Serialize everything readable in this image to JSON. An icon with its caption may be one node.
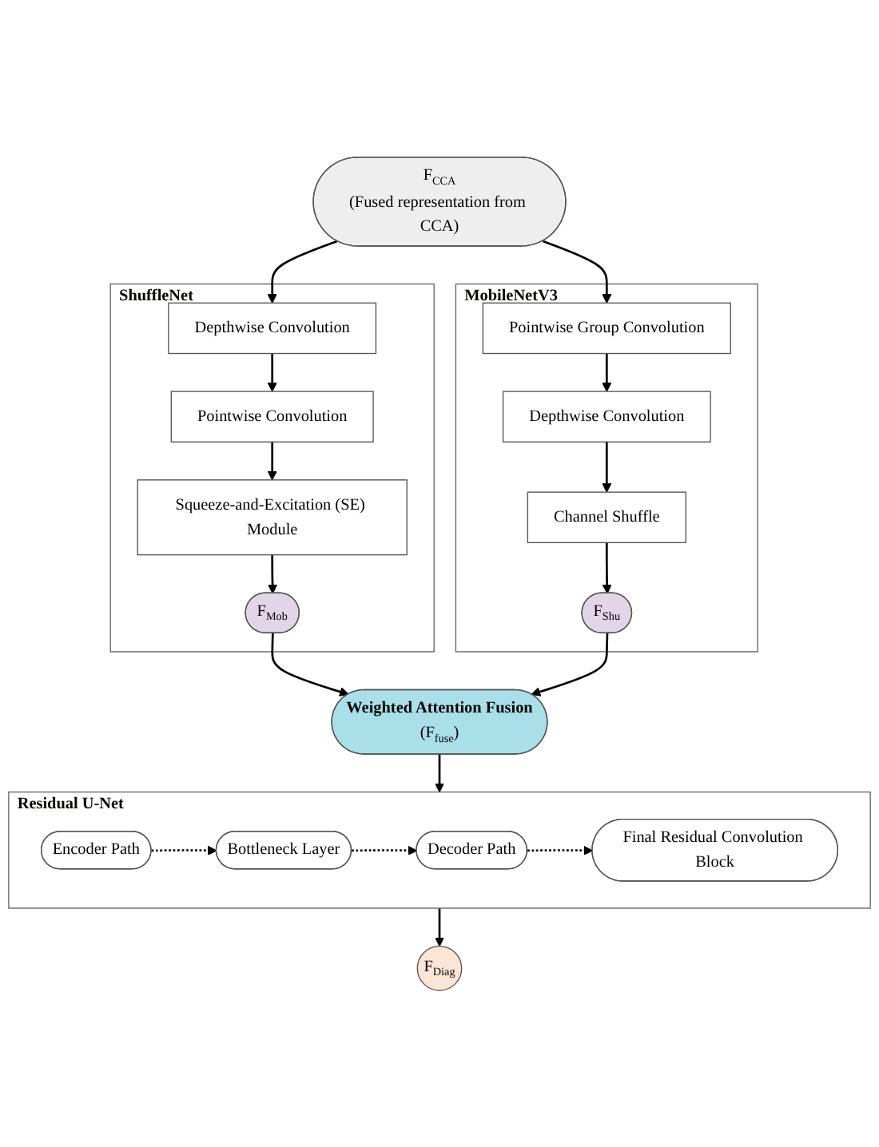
{
  "diagram": {
    "nodes": [
      {
        "text": [
          "F$_{CCA}$",
          "(Fused representation from CCA)"
        ]
      },
      {
        "text": [
          "ShuffleNet"
        ]
      },
      {
        "text": [
          "Depthwise Convolution"
        ],
        "in": 1
      },
      {
        "text": [
          "Pointwise Convolution"
        ],
        "in": 1
      },
      {
        "text": [
          "Squeeze-and-Excitation (SE) Module"
        ],
        "in": 1
      },
      {
        "text": [
          "F$_{Mob}$"
        ],
        "in": 1
      },
      {
        "text": [
          "MobileNetV3"
        ]
      },
      {
        "text": [
          "Pointwise Group Convolution"
        ],
        "in": 6
      },
      {
        "text": [
          "Depthwise Convolution"
        ],
        "in": 6
      },
      {
        "text": [
          "Channel Shuffle"
        ],
        "in": 6
      },
      {
        "text": [
          "F$_{Shu}$"
        ],
        "in": 6
      },
      {
        "text": [
          "Weighted Attention Fusion",
          "(F$_{fuse}$)"
        ]
      },
      {
        "text": [
          "Residual U-Net"
        ]
      },
      {
        "text": [
          "Encoder Path"
        ],
        "in": 12
      },
      {
        "text": [
          "Bottleneck Layer"
        ],
        "in": 12
      },
      {
        "text": [
          "Decoder Path"
        ],
        "in": 12
      },
      {
        "text": [
          "Final Residual Convolution Block"
        ],
        "in": 12
      },
      {
        "text": [
          "F$_{Diag}$"
        ]
      }
    ],
    "edges": [
      {
        "from": 0,
        "to": 2,
        "arrow": "to"
      },
      {
        "from": 0,
        "to": 7,
        "arrow": "to"
      },
      {
        "from": 2,
        "to": 3,
        "arrow": "to"
      },
      {
        "from": 3,
        "to": 4,
        "arrow": "to"
      },
      {
        "from": 4,
        "to": 5,
        "arrow": "to"
      },
      {
        "from": 7,
        "to": 8,
        "arrow": "to"
      },
      {
        "from": 8,
        "to": 9,
        "arrow": "to"
      },
      {
        "from": 9,
        "to": 10,
        "arrow": "to"
      },
      {
        "from": 5,
        "to": 11,
        "arrow": "to"
      },
      {
        "from": 10,
        "to": 11,
        "arrow": "to"
      },
      {
        "from": 11,
        "to": 12,
        "arrow": "to"
      },
      {
        "from": 13,
        "to": 14,
        "arrow": "to",
        "style": "dashed"
      },
      {
        "from": 14,
        "to": 15,
        "arrow": "to",
        "style": "dashed"
      },
      {
        "from": 15,
        "to": 16,
        "arrow": "to",
        "style": "dashed"
      },
      {
        "from": 12,
        "to": 17,
        "arrow": "to"
      }
    ]
  }
}
